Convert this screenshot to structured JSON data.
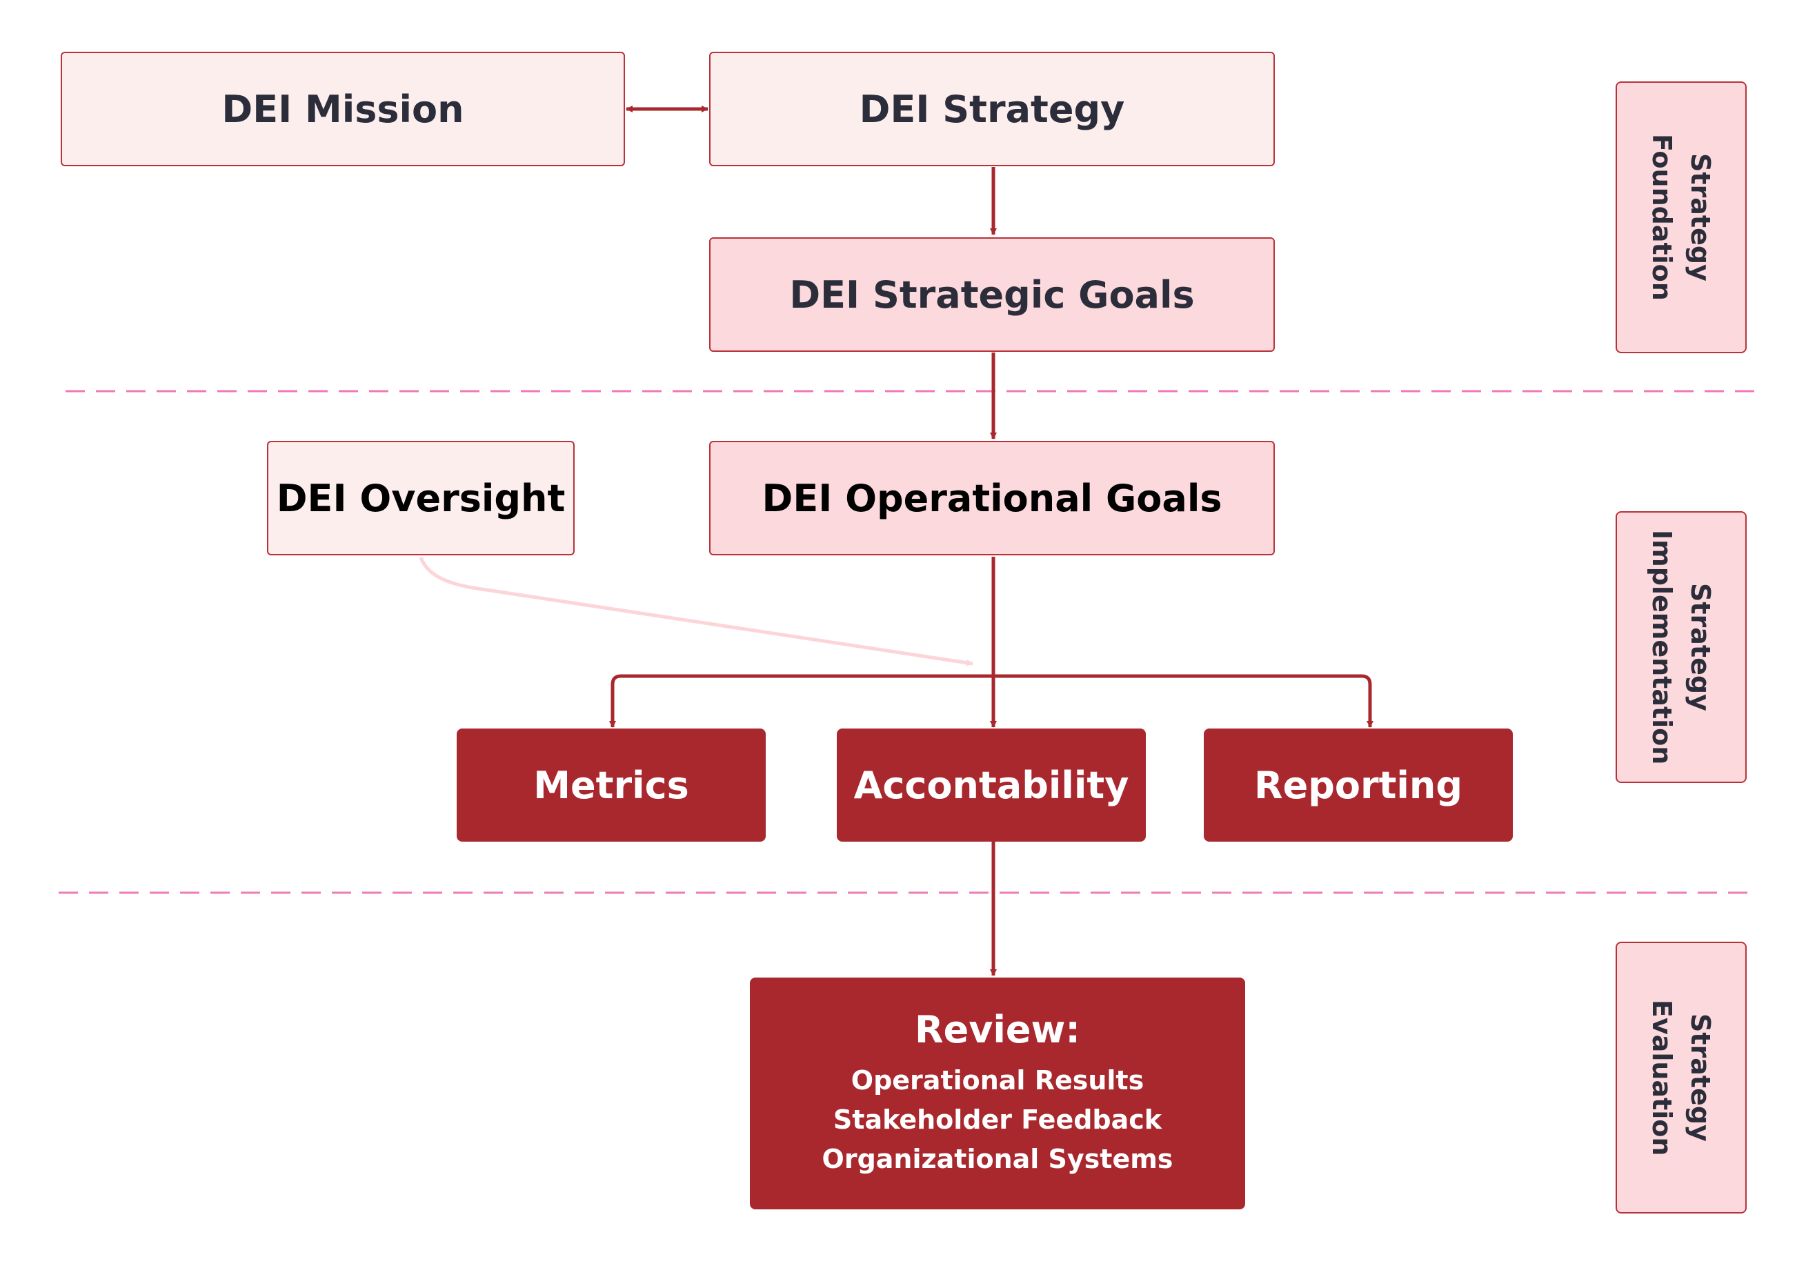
{
  "nodes": {
    "mission": "DEI Mission",
    "strategy": "DEI Strategy",
    "strategic_goals": "DEI Strategic Goals",
    "oversight": "DEI Oversight",
    "operational_goals": "DEI Operational Goals",
    "metrics": "Metrics",
    "accountability": "Accontability",
    "reporting": "Reporting",
    "review": {
      "title": "Review:",
      "lines": [
        "Operational Results",
        "Stakeholder Feedback",
        "Organizational Systems"
      ]
    }
  },
  "phases": {
    "foundation": "Strategy\nFoundation",
    "implementation": "Strategy\nImplementation",
    "evaluation": "Strategy\nEvaluation"
  },
  "colors": {
    "arrow": "#a8282e",
    "soft_arrow": "#fbd5d8",
    "divider": "#f07ab4",
    "box_light": "#fdeeee",
    "box_mid": "#fcd9dc",
    "box_dark": "#a8282e"
  }
}
